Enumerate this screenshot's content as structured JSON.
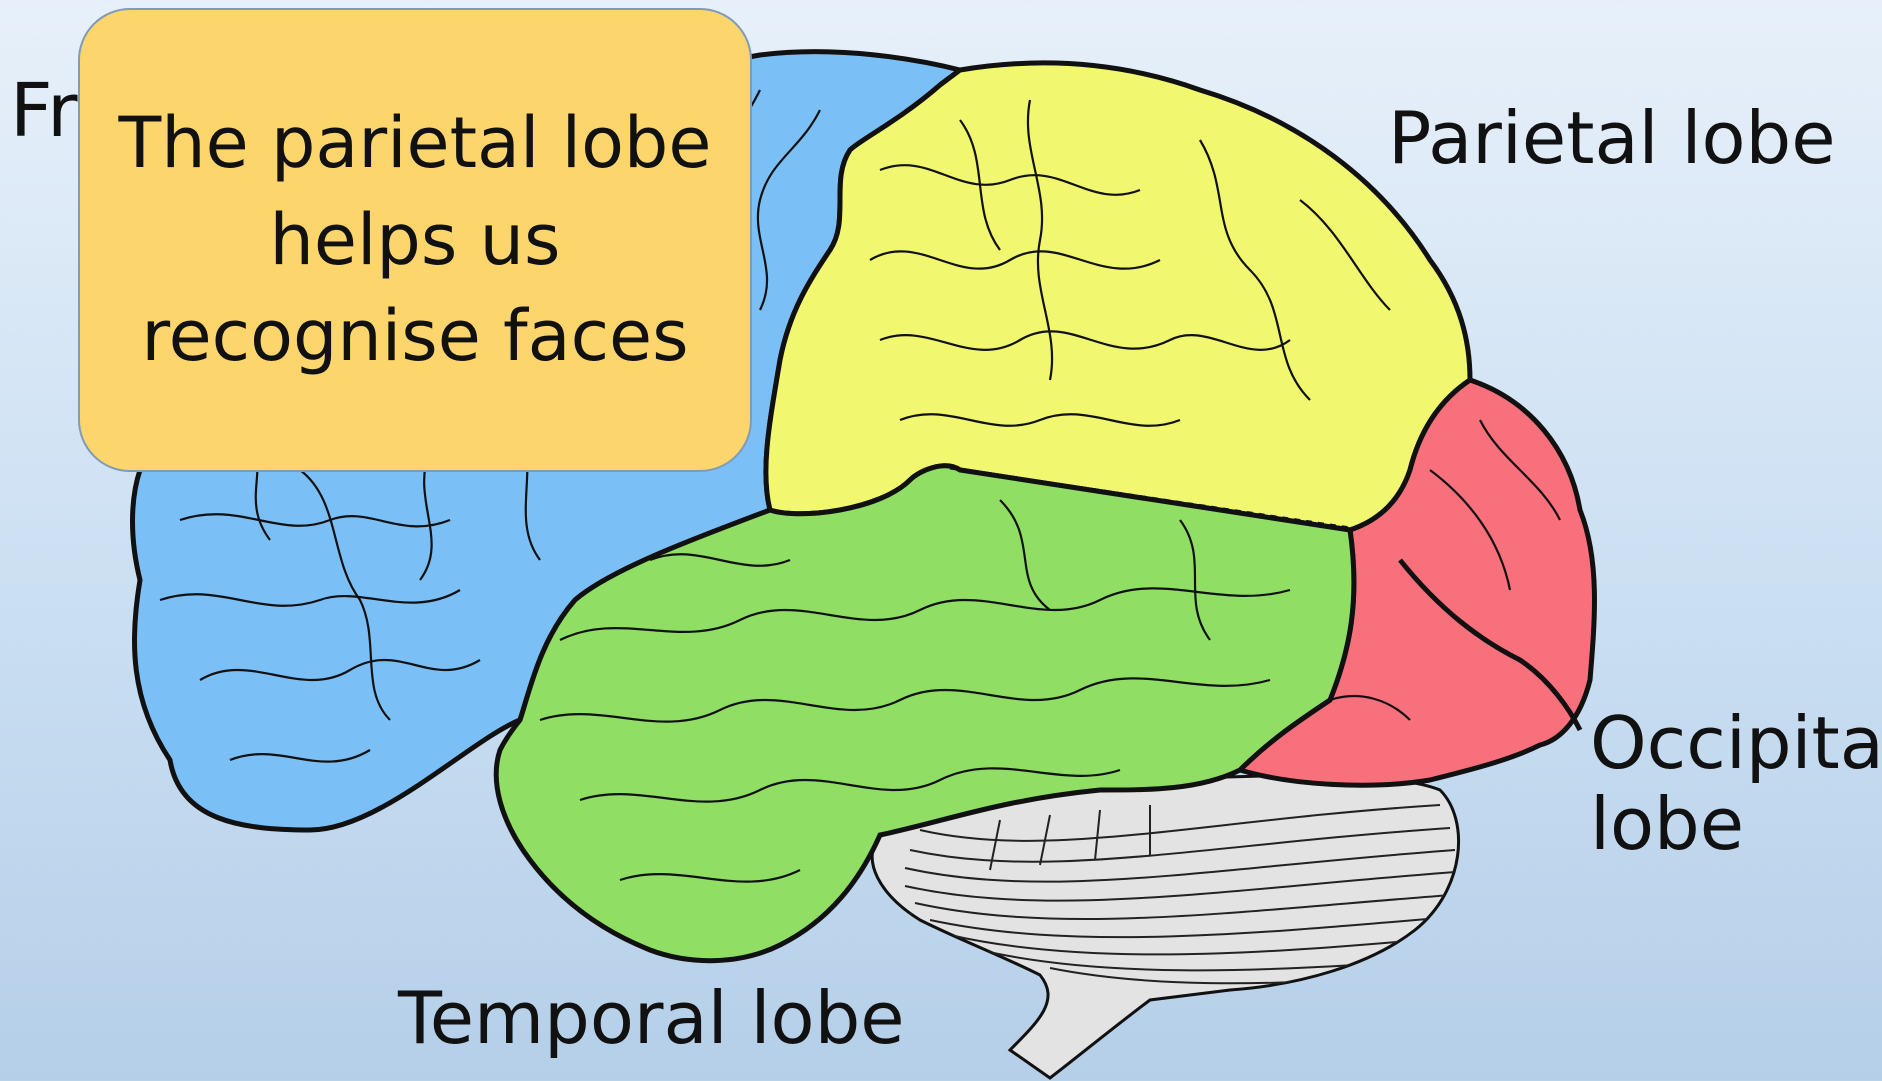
{
  "labels": {
    "frontal": "Frontal lobe",
    "parietal": "Parietal lobe",
    "occipital_line1": "Occipital",
    "occipital_line2": "lobe",
    "temporal": "Temporal lobe"
  },
  "callout": {
    "line1": "The parietal lobe",
    "line2": "helps us",
    "line3": "recognise faces"
  },
  "colors": {
    "frontal": "#7bbff7",
    "parietal": "#f1f76e",
    "temporal": "#90df64",
    "occipital": "#f8707b",
    "cerebellum": "#e3e3e3",
    "callout": "#fcd56c"
  }
}
